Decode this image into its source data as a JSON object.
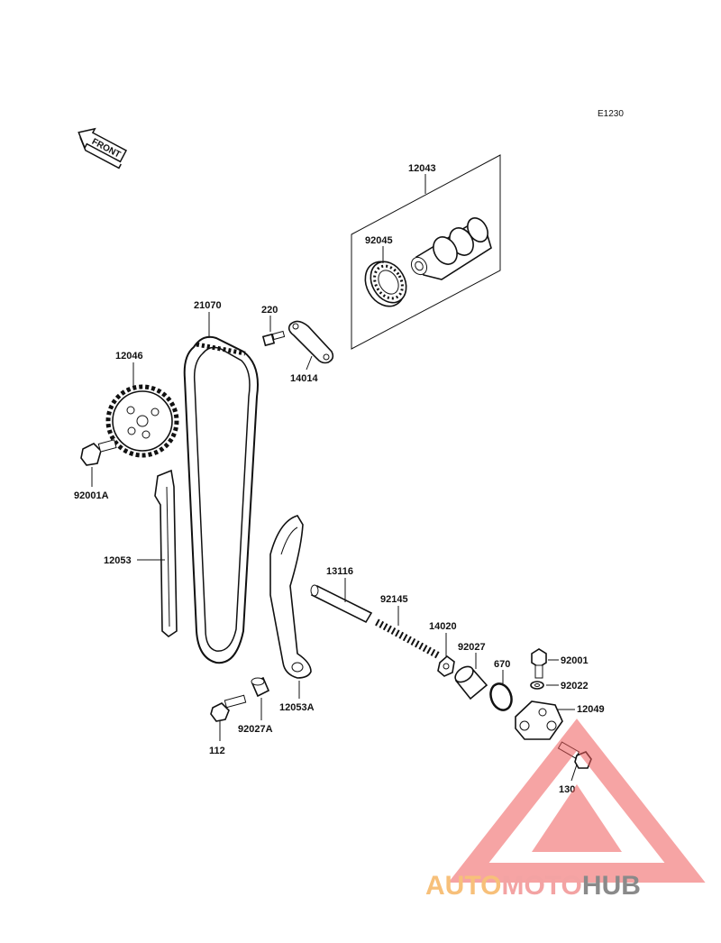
{
  "diagram": {
    "ref_code": "E1230",
    "orientation_label": "FRONT",
    "parts": [
      {
        "id": "p12043",
        "number": "12043"
      },
      {
        "id": "p92045",
        "number": "92045"
      },
      {
        "id": "p21070",
        "number": "21070"
      },
      {
        "id": "p220",
        "number": "220"
      },
      {
        "id": "p14014",
        "number": "14014"
      },
      {
        "id": "p12046",
        "number": "12046"
      },
      {
        "id": "p92001A",
        "number": "92001A"
      },
      {
        "id": "p12053",
        "number": "12053"
      },
      {
        "id": "p13116",
        "number": "13116"
      },
      {
        "id": "p92145",
        "number": "92145"
      },
      {
        "id": "p14020",
        "number": "14020"
      },
      {
        "id": "p92027",
        "number": "92027"
      },
      {
        "id": "p670",
        "number": "670"
      },
      {
        "id": "p92001",
        "number": "92001"
      },
      {
        "id": "p92022",
        "number": "92022"
      },
      {
        "id": "p12049",
        "number": "12049"
      },
      {
        "id": "p130",
        "number": "130"
      },
      {
        "id": "p12053A",
        "number": "12053A"
      },
      {
        "id": "p112",
        "number": "112"
      },
      {
        "id": "p92027A",
        "number": "92027A"
      }
    ]
  },
  "watermark": {
    "part1": "AUTO",
    "part2": "MOTO",
    "part3": "HUB",
    "colors": {
      "auto": "#f7c07a",
      "moto": "#f3a3a3",
      "hub": "#8a8a8a",
      "triangle": "#ef5a5a"
    }
  }
}
